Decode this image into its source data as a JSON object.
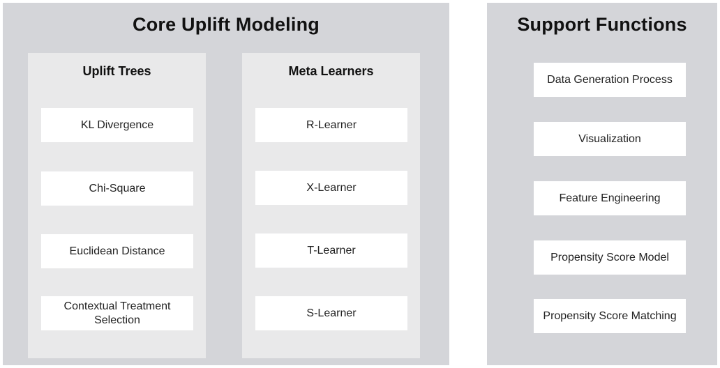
{
  "core": {
    "title": "Core Uplift Modeling",
    "uplift_trees": {
      "title": "Uplift Trees",
      "items": [
        "KL Divergence",
        "Chi-Square",
        "Euclidean Distance",
        "Contextual Treatment Selection"
      ]
    },
    "meta_learners": {
      "title": "Meta Learners",
      "items": [
        "R-Learner",
        "X-Learner",
        "T-Learner",
        "S-Learner"
      ]
    }
  },
  "support": {
    "title": "Support Functions",
    "items": [
      "Data Generation Process",
      "Visualization",
      "Feature Engineering",
      "Propensity Score Model",
      "Propensity Score Matching"
    ]
  },
  "colors": {
    "panel_bg": "#d4d5d9",
    "subpanel_bg": "#e9e9ea",
    "box_bg": "#ffffff"
  }
}
